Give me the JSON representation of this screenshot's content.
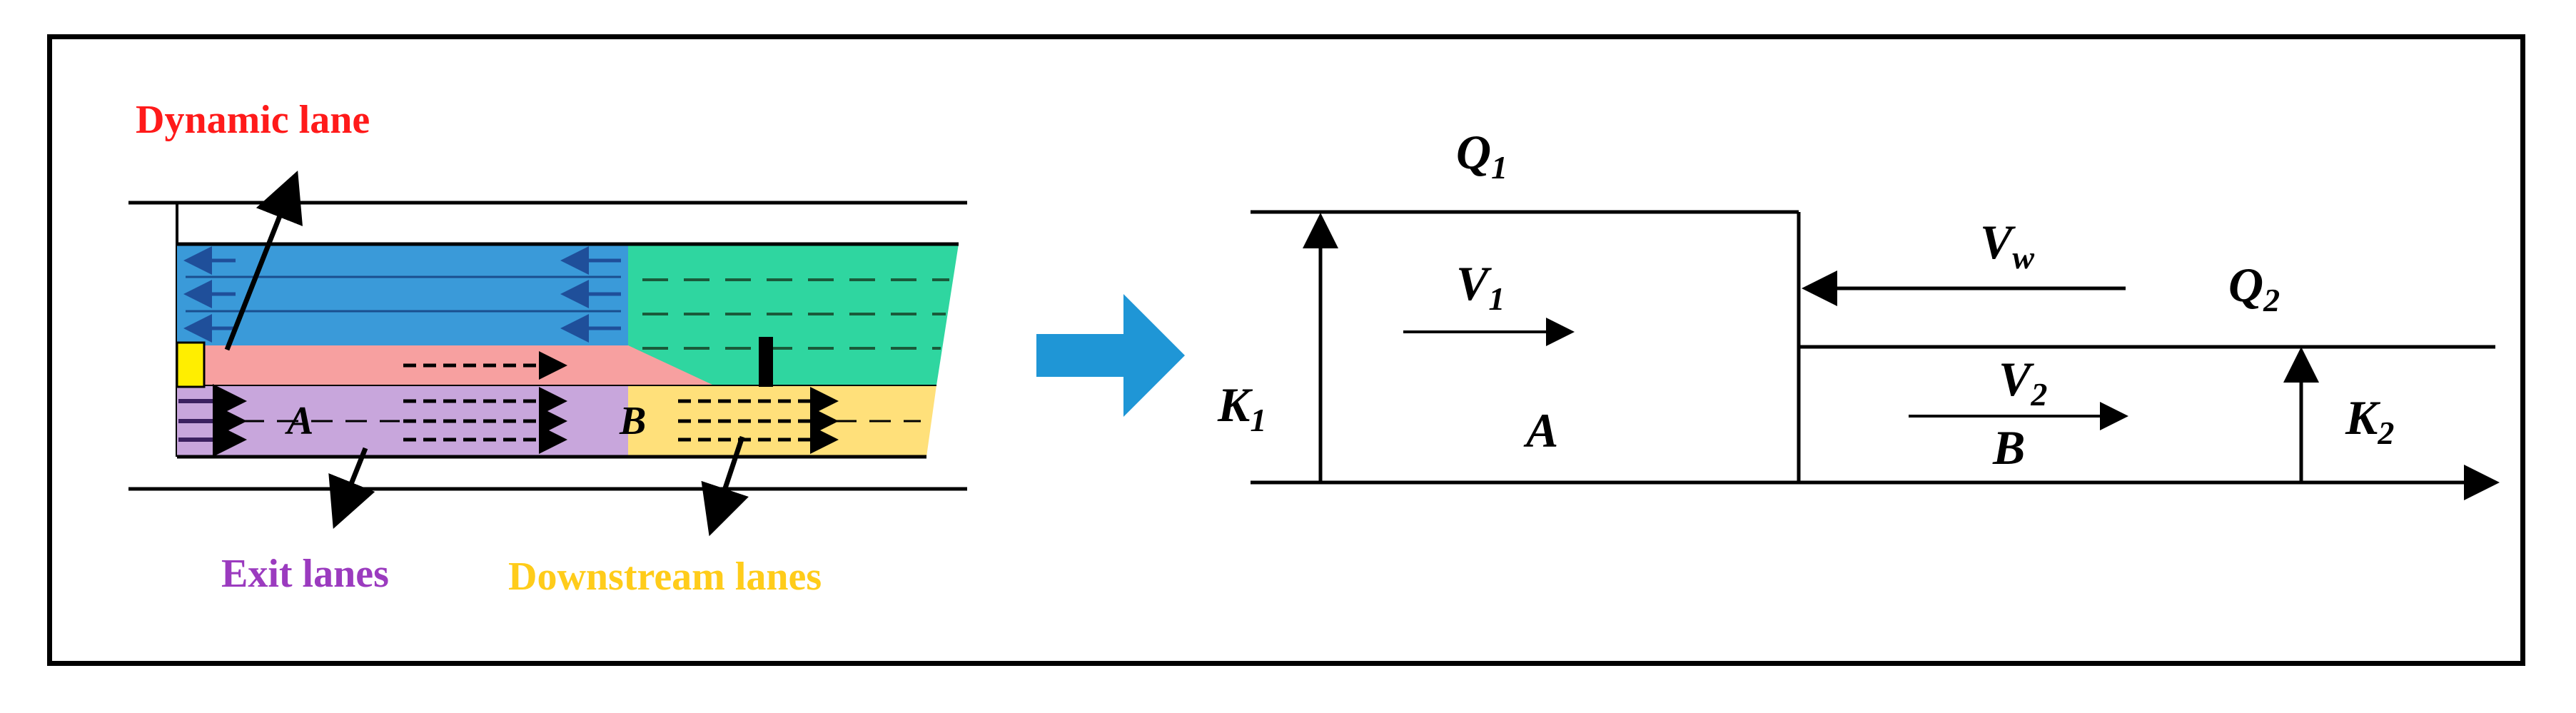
{
  "left_panel": {
    "dynamic_lane_label": "Dynamic lane",
    "exit_lanes_label": "Exit lanes",
    "downstream_lanes_label": "Downstream lanes",
    "point_a": "A",
    "point_b": "B",
    "colors": {
      "upstream_blue": "#3a9ad9",
      "downstream_green": "#2fd6a0",
      "dynamic_pink": "#f7a0a0",
      "exit_purple": "#c8a6dc",
      "downstream_yellow": "#ffe07a",
      "detector_yellow": "#ffee00"
    }
  },
  "transition_arrow": {
    "color": "#1f96d6"
  },
  "right_panel": {
    "q1": "Q",
    "q1_sub": "1",
    "q2": "Q",
    "q2_sub": "2",
    "k1": "K",
    "k1_sub": "1",
    "k2": "K",
    "k2_sub": "2",
    "v1": "V",
    "v1_sub": "1",
    "v2": "V",
    "v2_sub": "2",
    "vw": "V",
    "vw_sub": "w",
    "region_a": "A",
    "region_b": "B"
  }
}
